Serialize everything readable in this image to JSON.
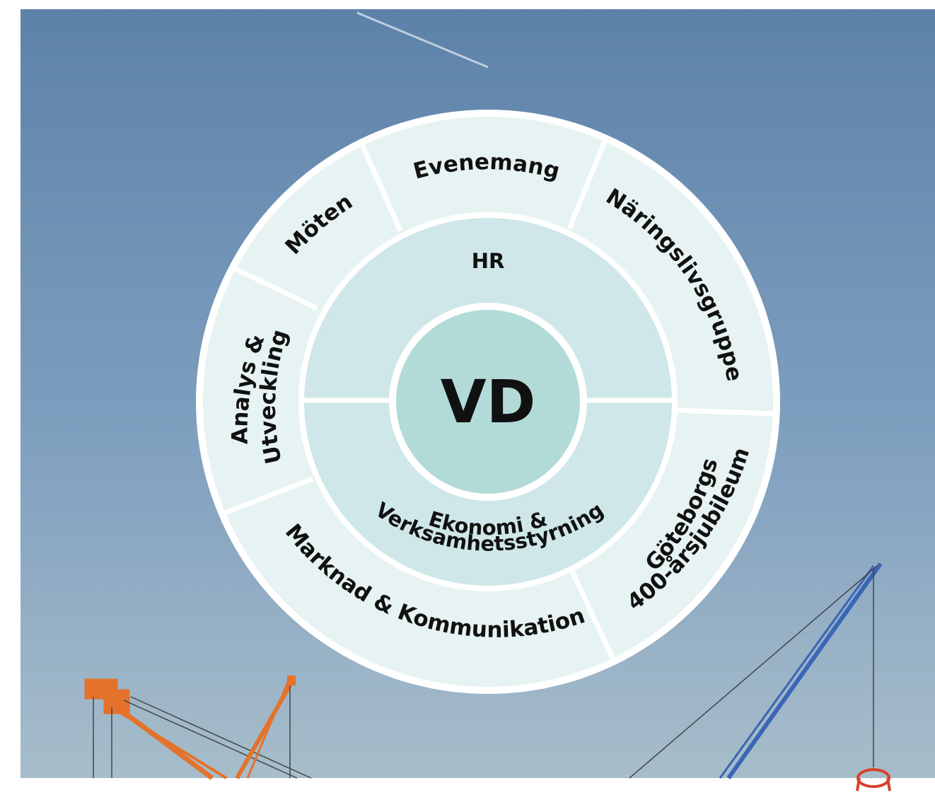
{
  "center": {
    "label": "VD"
  },
  "inner_ring": {
    "top": "HR",
    "bottom": {
      "line1": "Ekonomi &",
      "line2": "Verksamhetsstyrning"
    }
  },
  "outer_ring": [
    {
      "line1": "Evenemang"
    },
    {
      "line1": "Näringslivsgruppen"
    },
    {
      "line1": "Göteborgs",
      "line2": "400-årsjubileum"
    },
    {
      "line1": "Marknad & Kommunikation"
    },
    {
      "line1": "Analys &",
      "line2": "Utveckling"
    },
    {
      "line1": "Möten"
    }
  ],
  "colors": {
    "sky_top": "#5d82a9",
    "sky_bottom": "#a7bdca",
    "outer_fill": "#e6f3f2",
    "mid_fill": "#cfe7e8",
    "center_fill": "#b2dbd8",
    "separator": "#ffffff",
    "crane_orange": "#e4722b",
    "crane_blue": "#3a66b5"
  }
}
